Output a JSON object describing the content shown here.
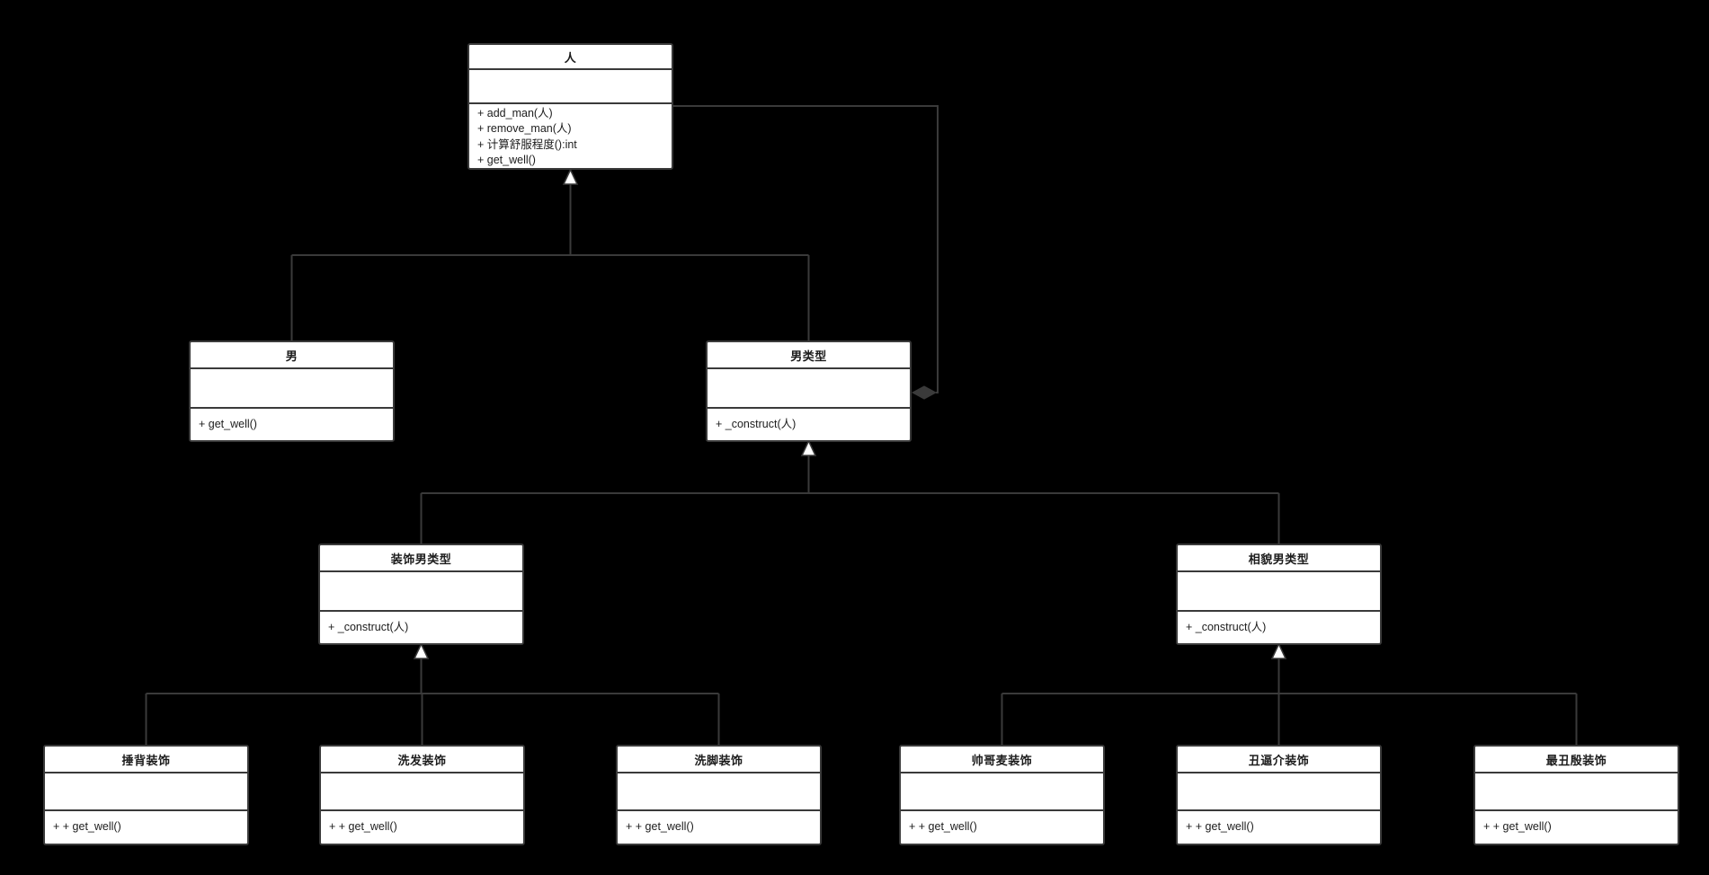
{
  "diagram": {
    "kind": "uml-class-diagram",
    "background_color": "#000000",
    "box_fill_color": "#ffffff",
    "box_border_color": "#3a3a3a",
    "edge_color": "#3a3a3a",
    "text_color": "#1c1c1c"
  },
  "classes": [
    {
      "name": "人",
      "attributes": [],
      "methods": [
        "+ add_man(人)",
        "+ remove_man(人)",
        "+ 计算舒服程度():int",
        "+ get_well()"
      ]
    },
    {
      "name": "男",
      "attributes": [],
      "methods": [
        "+ get_well()"
      ]
    },
    {
      "name": "男类型",
      "attributes": [],
      "methods": [
        "+ _construct(人)"
      ]
    },
    {
      "name": "装饰男类型",
      "attributes": [],
      "methods": [
        "+ _construct(人)"
      ]
    },
    {
      "name": "相貌男类型",
      "attributes": [],
      "methods": [
        "+ _construct(人)"
      ]
    },
    {
      "name": "捶背装饰",
      "attributes": [],
      "methods": [
        "+ + get_well()"
      ]
    },
    {
      "name": "洗发装饰",
      "attributes": [],
      "methods": [
        "+ + get_well()"
      ]
    },
    {
      "name": "洗脚装饰",
      "attributes": [],
      "methods": [
        "+ + get_well()"
      ]
    },
    {
      "name": "帅哥麦装饰",
      "attributes": [],
      "methods": [
        "+ + get_well()"
      ]
    },
    {
      "name": "丑逼介装饰",
      "attributes": [],
      "methods": [
        "+ + get_well()"
      ]
    },
    {
      "name": "最丑殷装饰",
      "attributes": [],
      "methods": [
        "+ + get_well()"
      ]
    }
  ],
  "relationships": [
    {
      "type": "generalization",
      "from": "男",
      "to": "人"
    },
    {
      "type": "generalization",
      "from": "男类型",
      "to": "人"
    },
    {
      "type": "composition",
      "from": "男类型",
      "to": "人"
    },
    {
      "type": "generalization",
      "from": "装饰男类型",
      "to": "男类型"
    },
    {
      "type": "generalization",
      "from": "相貌男类型",
      "to": "男类型"
    },
    {
      "type": "generalization",
      "from": "捶背装饰",
      "to": "装饰男类型"
    },
    {
      "type": "generalization",
      "from": "洗发装饰",
      "to": "装饰男类型"
    },
    {
      "type": "generalization",
      "from": "洗脚装饰",
      "to": "装饰男类型"
    },
    {
      "type": "generalization",
      "from": "帅哥麦装饰",
      "to": "相貌男类型"
    },
    {
      "type": "generalization",
      "from": "丑逼介装饰",
      "to": "相貌男类型"
    },
    {
      "type": "generalization",
      "from": "最丑殷装饰",
      "to": "相貌男类型"
    }
  ]
}
